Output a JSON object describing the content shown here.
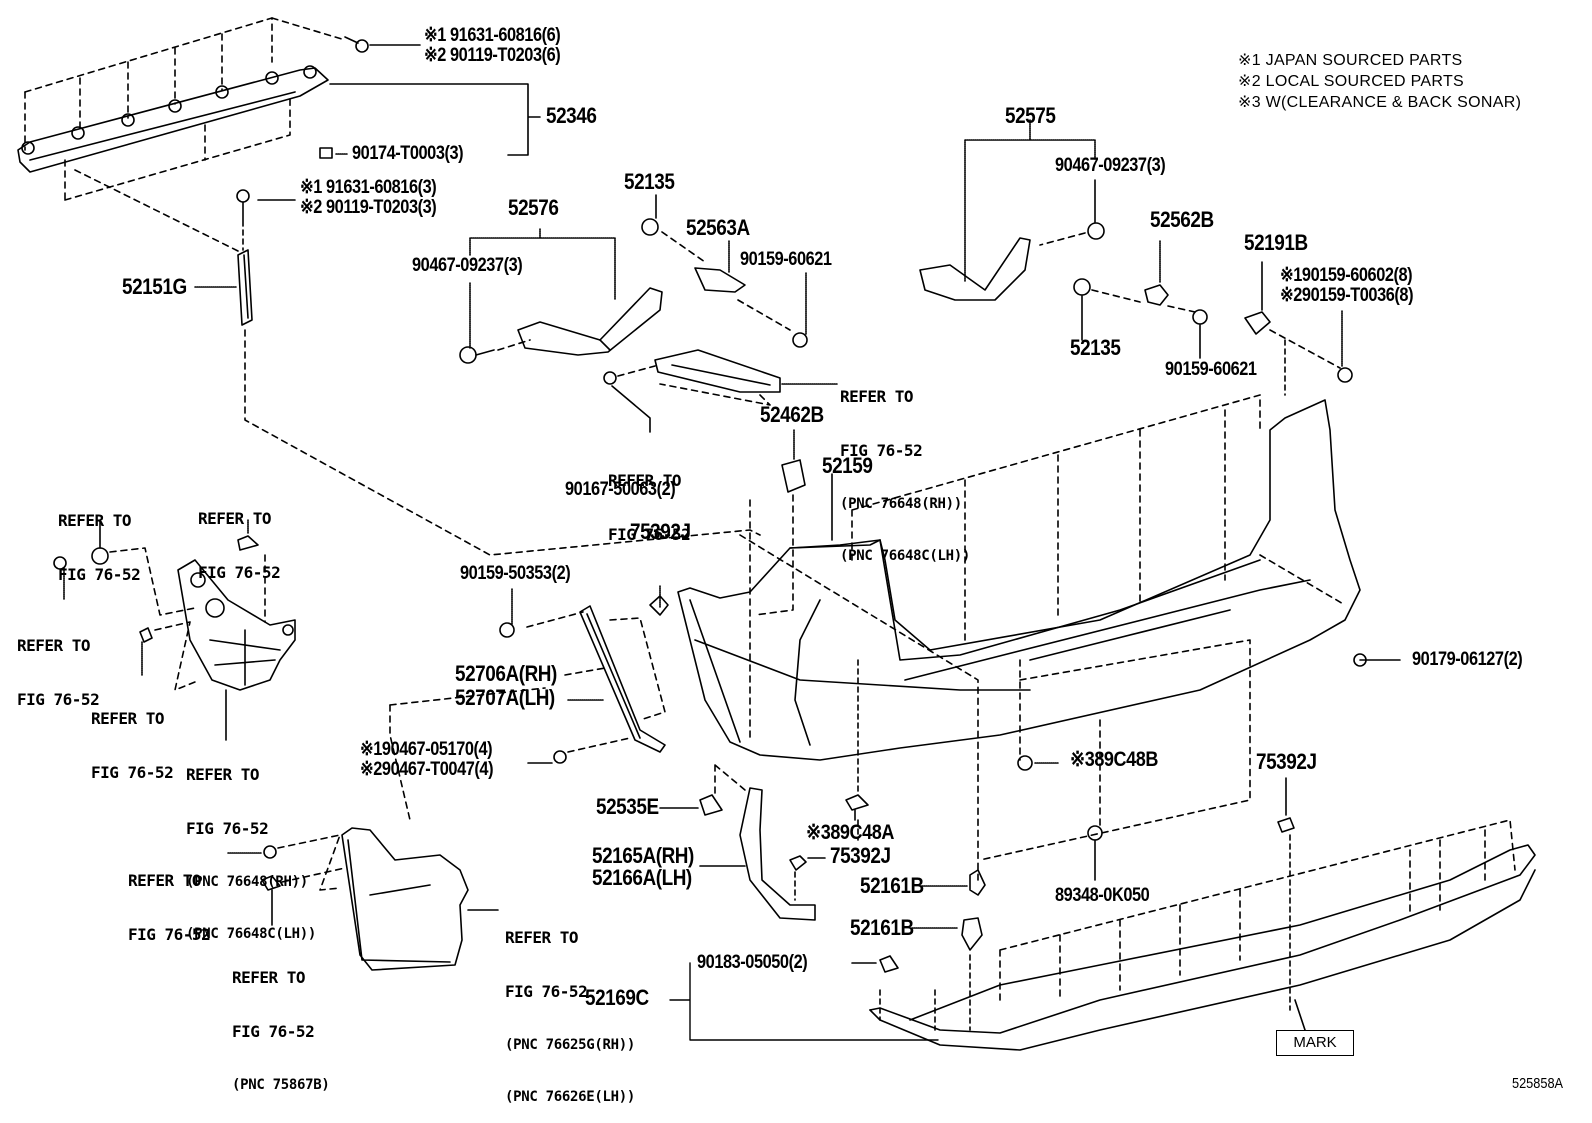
{
  "legend": [
    {
      "mark": "※1",
      "text": "JAPAN SOURCED PARTS"
    },
    {
      "mark": "※2",
      "text": "LOCAL SOURCED PARTS"
    },
    {
      "mark": "※3",
      "text": "W(CLEARANCE & BACK SONAR)"
    }
  ],
  "figure_code": "525858A",
  "mark_label": "MARK",
  "refer": {
    "line1": "REFER TO",
    "line2": "FIG 76-52",
    "pnc_76648_rh": "(PNC 76648(RH))",
    "pnc_76648c_lh": "(PNC 76648C(LH))",
    "pnc_76625g_rh": "(PNC 76625G(RH))",
    "pnc_76626e_lh": "(PNC 76626E(LH))",
    "pnc_75867b": "(PNC 75867B)"
  },
  "parts": {
    "p52346": "52346",
    "bolt6_1": "※1 91631-60816(6)",
    "bolt6_2": "※2 90119-T0203(6)",
    "nut90174": "90174-T0003(3)",
    "bolt3_1": "※1 91631-60816(3)",
    "bolt3_2": "※2 90119-T0203(3)",
    "p52151g": "52151G",
    "p52576": "52576",
    "p90467a": "90467-09237(3)",
    "p52135a": "52135",
    "p52563a": "52563A",
    "p90159a": "90159-60621",
    "p52575": "52575",
    "p90467b": "90467-09237(3)",
    "p52562b": "52562B",
    "p52135b": "52135",
    "p90159b": "90159-60621",
    "p52191b": "52191B",
    "clip8_1": "※190159-60602(8)",
    "clip8_2": "※290159-T0036(8)",
    "p52462b": "52462B",
    "p52159": "52159",
    "p90167": "90167-50063(2)",
    "p75392j_a": "75392J",
    "p90159c": "90159-50353(2)",
    "p52706a": "52706A(RH)",
    "p52707a": "52707A(LH)",
    "clip4_1": "※190467-05170(4)",
    "clip4_2": "※290467-T0047(4)",
    "p90179": "90179-06127(2)",
    "p89c48b": "※389C48B",
    "p75392j_b": "75392J",
    "p52535e": "52535E",
    "p89c48a": "※389C48A",
    "p75392j_c": "75392J",
    "p52165a": "52165A(RH)",
    "p52166a": "52166A(LH)",
    "p52161b_a": "52161B",
    "p52161b_b": "52161B",
    "p89348": "89348-0K050",
    "p90183": "90183-05050(2)",
    "p52169c": "52169C"
  }
}
